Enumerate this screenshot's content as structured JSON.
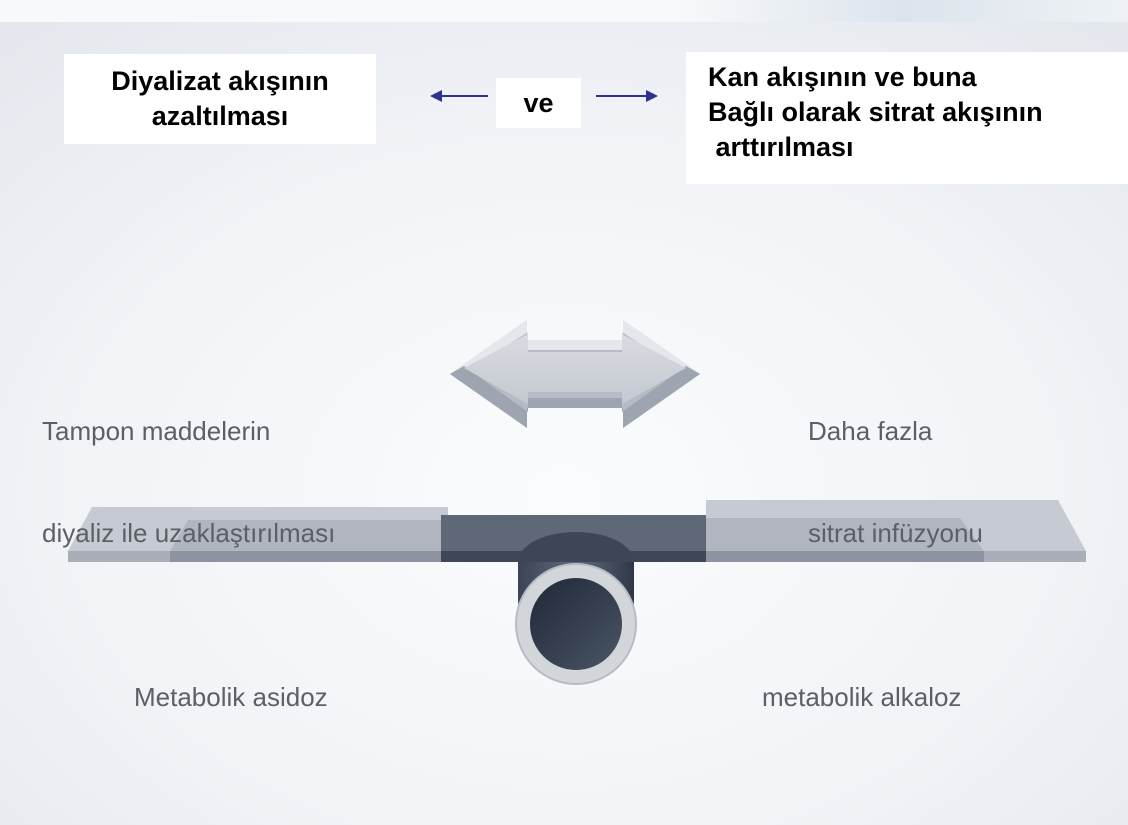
{
  "top_left_box": {
    "lines": [
      "Diyalizat akışının",
      "azaltılması"
    ]
  },
  "middle_box": {
    "text": "ve"
  },
  "top_right_box": {
    "lines": [
      "Kan akışının ve buna",
      "Bağlı olarak sitrat akışının",
      " arttırılması"
    ]
  },
  "left_label": {
    "lines": [
      "Tampon maddelerin",
      "diyaliz ile uzaklaştırılması"
    ]
  },
  "right_label": {
    "lines": [
      "Daha fazla",
      "sitrat infüzyonu"
    ]
  },
  "bottom_left_label": "Metabolik asidoz",
  "bottom_right_label": "metabolik alkaloz",
  "colors": {
    "arrow_blue": "#2e3192",
    "label_gray": "#5c5f66",
    "beam_light": "#c9ccd3",
    "beam_center": "#5e6877",
    "pivot_ring": "#d2d5da",
    "pivot_inner": "#2f3a4a"
  },
  "icons": [
    "left-arrow-icon",
    "right-arrow-icon",
    "double-arrow-icon",
    "balance-beam-icon",
    "pivot-cylinder-icon"
  ]
}
